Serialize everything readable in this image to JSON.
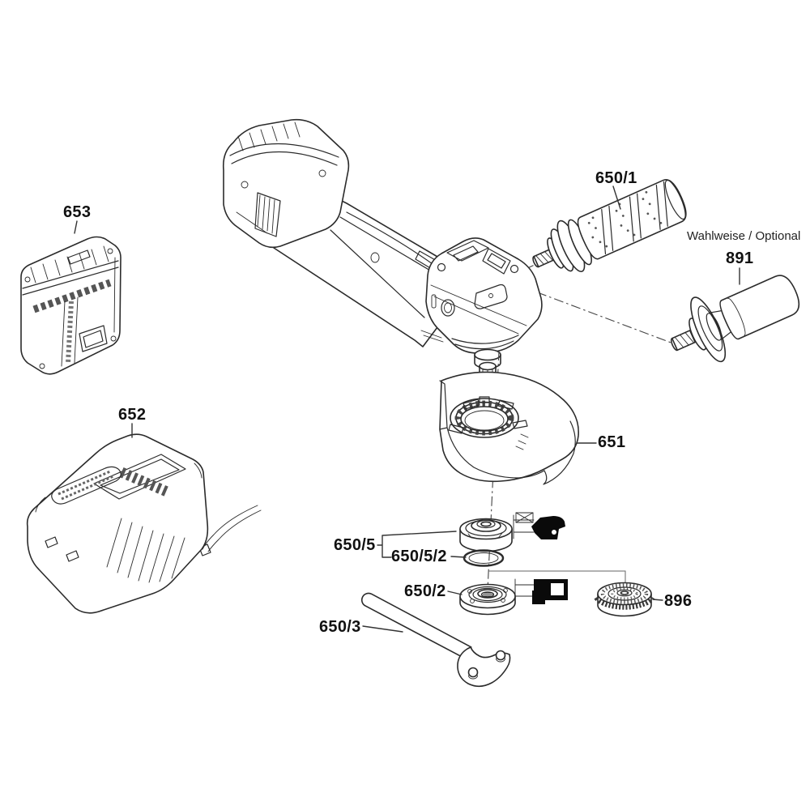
{
  "colors": {
    "line": "#2b2b2b",
    "label": "#111111",
    "background": "#ffffff",
    "pictogram": "#0a0a0a"
  },
  "notes": {
    "optional": "Wahlweise / Optional"
  },
  "parts": {
    "battery_pack": {
      "label": "653"
    },
    "charger": {
      "label": "652"
    },
    "vibration_handle": {
      "label": "650/1"
    },
    "auxiliary_handle": {
      "label": "891"
    },
    "protective_guard": {
      "label": "651"
    },
    "mounting_flange": {
      "label": "650/5"
    },
    "o_ring": {
      "label": "650/5/2"
    },
    "clamping_flange": {
      "label": "650/2"
    },
    "quick_clamping_nut": {
      "label": "896"
    },
    "pin_spanner_wrench": {
      "label": "650/3"
    }
  }
}
